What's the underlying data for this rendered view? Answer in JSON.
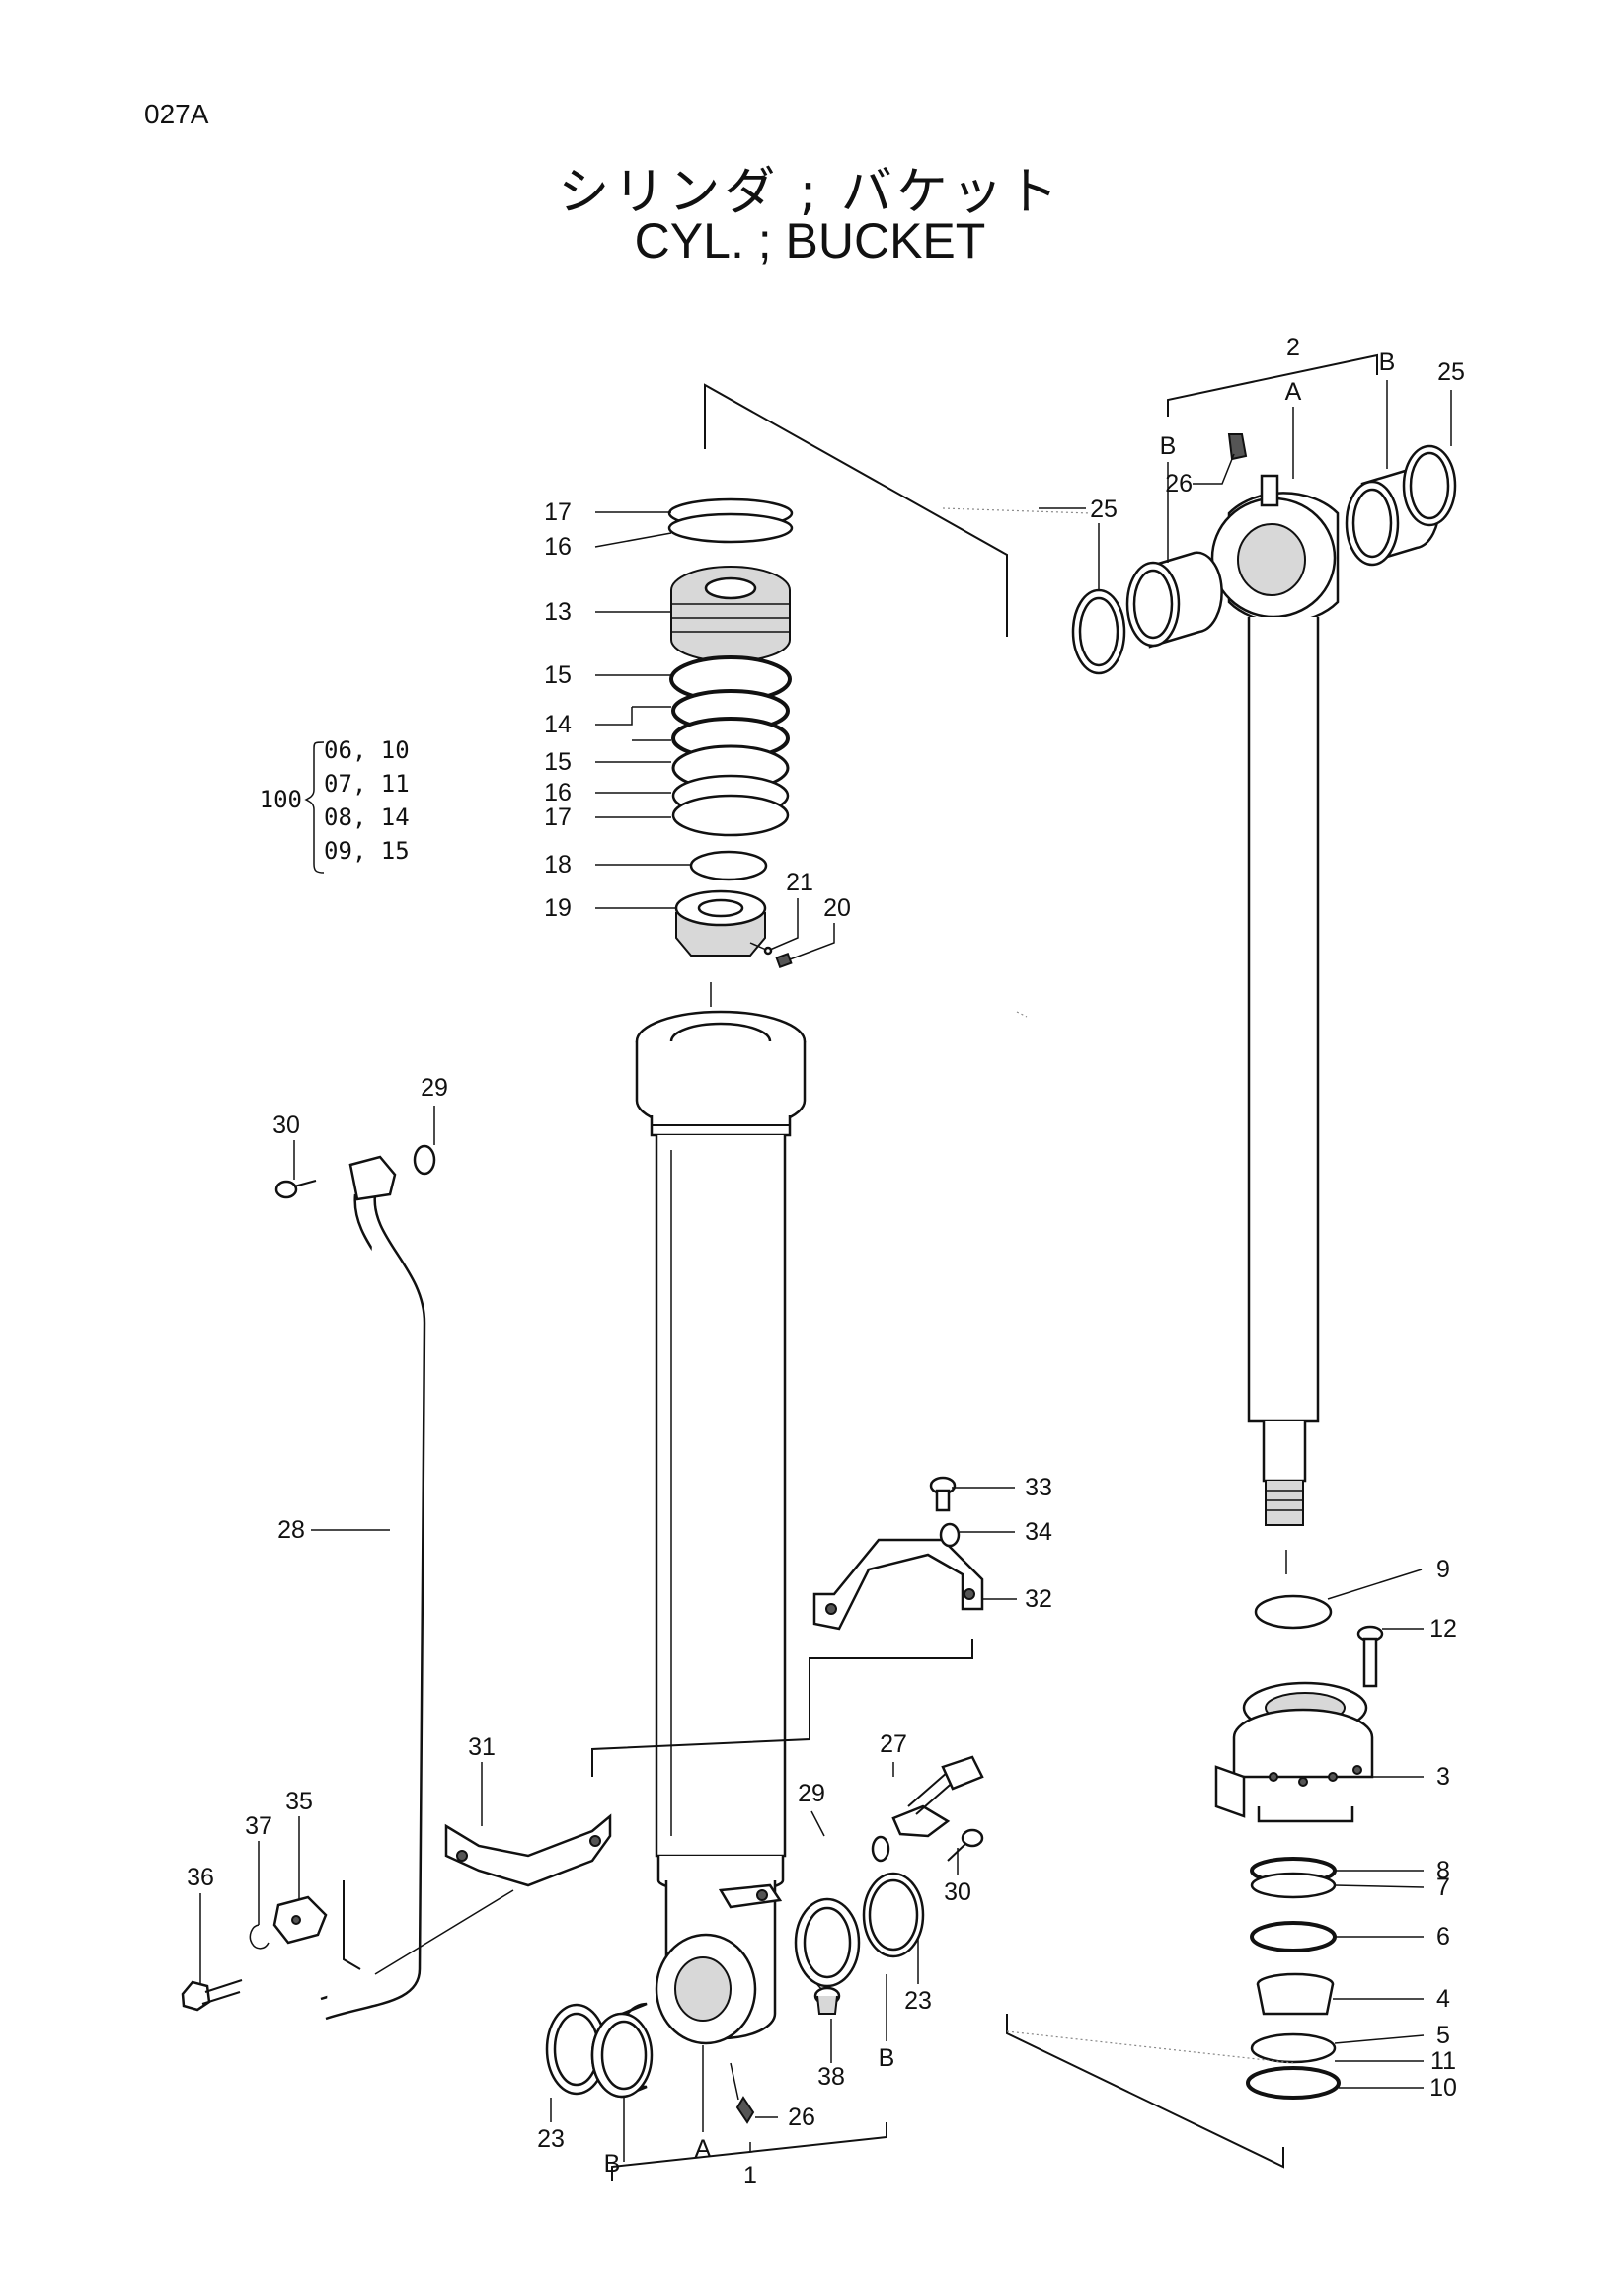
{
  "page_code": "027A",
  "title_jp": "シリンダ ; バケット",
  "title_en": "CYL. ; BUCKET",
  "kit": {
    "number": "100",
    "items": [
      "06, 10",
      "07, 11",
      "08, 14",
      "09, 15"
    ]
  },
  "callouts": {
    "p1": "1",
    "p2": "2",
    "p3": "3",
    "p4": "4",
    "p5": "5",
    "p6": "6",
    "p7": "7",
    "p8": "8",
    "p9": "9",
    "p10": "10",
    "p11": "11",
    "p12": "12",
    "p13": "13",
    "p14": "14",
    "p15a": "15",
    "p15b": "15",
    "p16a": "16",
    "p16b": "16",
    "p17a": "17",
    "p17b": "17",
    "p18": "18",
    "p19": "19",
    "p20": "20",
    "p21": "21",
    "p23a": "23",
    "p23b": "23",
    "p25a": "25",
    "p25b": "25",
    "p26a": "26",
    "p26b": "26",
    "p27": "27",
    "p28": "28",
    "p29a": "29",
    "p29b": "29",
    "p30a": "30",
    "p30b": "30",
    "p31": "31",
    "p32": "32",
    "p33": "33",
    "p34": "34",
    "p35": "35",
    "p36": "36",
    "p37": "37",
    "p38": "38",
    "A1": "A",
    "A2": "A",
    "B1": "B",
    "B2": "B",
    "B3": "B",
    "B4": "B"
  }
}
